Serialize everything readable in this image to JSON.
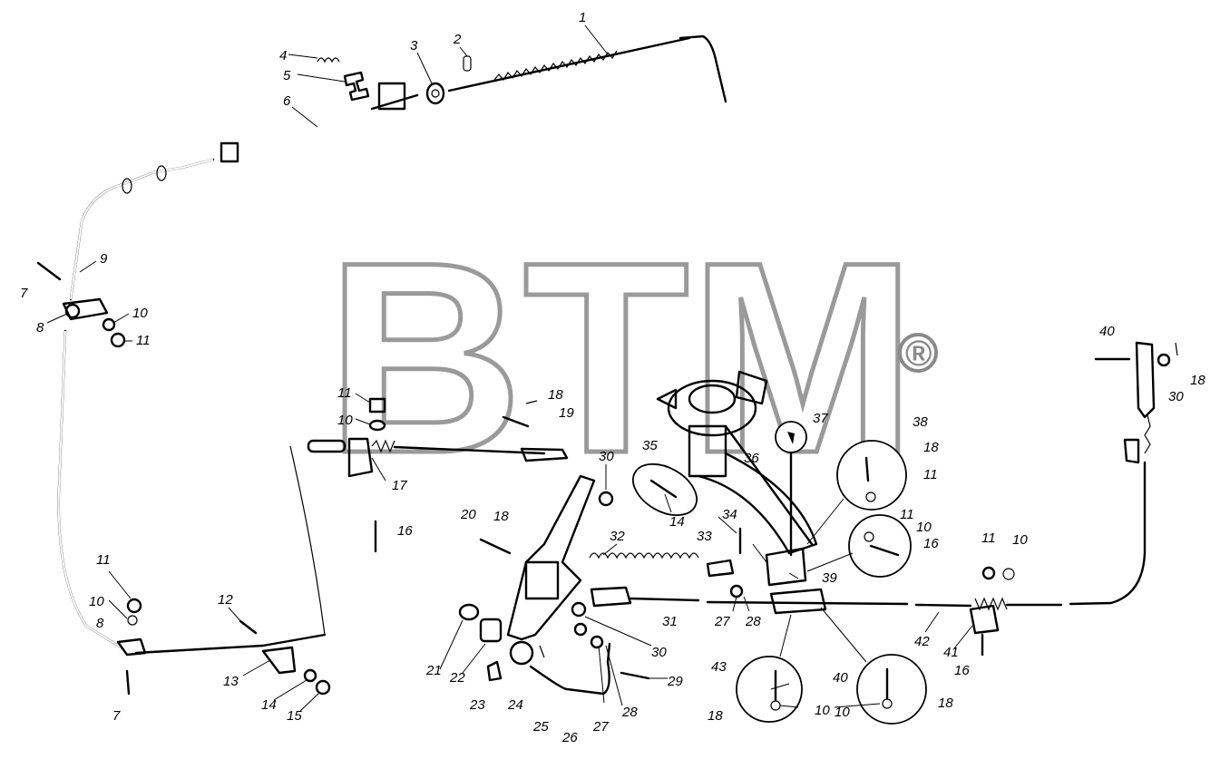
{
  "watermark": {
    "text": "BTM",
    "mark": "®",
    "color": "#9a9a9a"
  },
  "callouts": [
    {
      "id": "c1",
      "label": "1"
    },
    {
      "id": "c2",
      "label": "2"
    },
    {
      "id": "c3",
      "label": "3"
    },
    {
      "id": "c4",
      "label": "4"
    },
    {
      "id": "c5",
      "label": "5"
    },
    {
      "id": "c6",
      "label": "6"
    },
    {
      "id": "c9",
      "label": "9"
    },
    {
      "id": "c7a",
      "label": "7"
    },
    {
      "id": "c8a",
      "label": "8"
    },
    {
      "id": "c10a",
      "label": "10"
    },
    {
      "id": "c11a",
      "label": "11"
    },
    {
      "id": "c11b",
      "label": "11"
    },
    {
      "id": "c10b",
      "label": "10"
    },
    {
      "id": "c18a",
      "label": "18"
    },
    {
      "id": "c19",
      "label": "19"
    },
    {
      "id": "c17",
      "label": "17"
    },
    {
      "id": "c16a",
      "label": "16"
    },
    {
      "id": "c30a",
      "label": "30"
    },
    {
      "id": "c35",
      "label": "35"
    },
    {
      "id": "c14a",
      "label": "14"
    },
    {
      "id": "c36",
      "label": "36"
    },
    {
      "id": "c37",
      "label": "37"
    },
    {
      "id": "c38",
      "label": "38"
    },
    {
      "id": "c18b",
      "label": "18"
    },
    {
      "id": "c11c",
      "label": "11"
    },
    {
      "id": "c40a",
      "label": "40"
    },
    {
      "id": "c30b",
      "label": "30"
    },
    {
      "id": "c18c",
      "label": "18"
    },
    {
      "id": "c20",
      "label": "20"
    },
    {
      "id": "c18d",
      "label": "18"
    },
    {
      "id": "c32",
      "label": "32"
    },
    {
      "id": "c34",
      "label": "34"
    },
    {
      "id": "c33",
      "label": "33"
    },
    {
      "id": "c11d",
      "label": "11"
    },
    {
      "id": "c10c",
      "label": "10"
    },
    {
      "id": "c16b",
      "label": "16"
    },
    {
      "id": "c39",
      "label": "39"
    },
    {
      "id": "c11e",
      "label": "11"
    },
    {
      "id": "c10d",
      "label": "10"
    },
    {
      "id": "c11f",
      "label": "11"
    },
    {
      "id": "c10e",
      "label": "10"
    },
    {
      "id": "c8b",
      "label": "8"
    },
    {
      "id": "c12",
      "label": "12"
    },
    {
      "id": "c13",
      "label": "13"
    },
    {
      "id": "c14b",
      "label": "14"
    },
    {
      "id": "c15",
      "label": "15"
    },
    {
      "id": "c7b",
      "label": "7"
    },
    {
      "id": "c21",
      "label": "21"
    },
    {
      "id": "c22",
      "label": "22"
    },
    {
      "id": "c23",
      "label": "23"
    },
    {
      "id": "c24",
      "label": "24"
    },
    {
      "id": "c25",
      "label": "25"
    },
    {
      "id": "c26",
      "label": "26"
    },
    {
      "id": "c27a",
      "label": "27"
    },
    {
      "id": "c28a",
      "label": "28"
    },
    {
      "id": "c29",
      "label": "29"
    },
    {
      "id": "c30c",
      "label": "30"
    },
    {
      "id": "c31",
      "label": "31"
    },
    {
      "id": "c27b",
      "label": "27"
    },
    {
      "id": "c28b",
      "label": "28"
    },
    {
      "id": "c42",
      "label": "42"
    },
    {
      "id": "c41",
      "label": "41"
    },
    {
      "id": "c16c",
      "label": "16"
    },
    {
      "id": "c43",
      "label": "43"
    },
    {
      "id": "c18e",
      "label": "18"
    },
    {
      "id": "c10f",
      "label": "10"
    },
    {
      "id": "c40b",
      "label": "40"
    },
    {
      "id": "c18f",
      "label": "18"
    },
    {
      "id": "c10g",
      "label": "10"
    }
  ]
}
